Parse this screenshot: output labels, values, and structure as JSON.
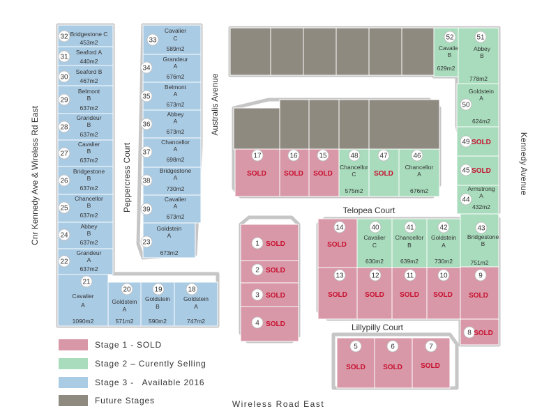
{
  "colors": {
    "stage1": "#d898a8",
    "stage2": "#a8dcbc",
    "stage3": "#aacbe4",
    "future": "#8f8a80",
    "outline": "#c6c6c6",
    "sold_text": "#c8102e"
  },
  "legend": [
    {
      "label": "Stage 1 - SOLD",
      "color": "#d898a8"
    },
    {
      "label": "Stage 2 – Curently Selling",
      "color": "#a8dcbc"
    },
    {
      "label": "Stage 3 -   Available 2016",
      "color": "#aacbe4"
    },
    {
      "label": "Future Stages",
      "color": "#8f8a80"
    }
  ],
  "roads": {
    "wireless_road_east": "Wireless Road East",
    "kennedy_avenue": "Kennedy Avenue",
    "corner": "Cnr Kennedy Ave & Wireless Rd East",
    "peppercress_court": "Peppercress Court",
    "australis_avenue": "Australis Avenue",
    "telopea_court": "Telopea Court",
    "lillypilly_court": "Lillypilly Court"
  },
  "sold_text": "SOLD",
  "lots": [
    {
      "num": "32",
      "design": [
        "Bridgestone C"
      ],
      "area": "453m2",
      "status": "stage3"
    },
    {
      "num": "31",
      "design": [
        "Seaford A"
      ],
      "area": "440m2",
      "status": "stage3"
    },
    {
      "num": "30",
      "design": [
        "Seaford B"
      ],
      "area": "467m2",
      "status": "stage3"
    },
    {
      "num": "29",
      "design": [
        "Belmont",
        "B"
      ],
      "area": "637m2",
      "status": "stage3"
    },
    {
      "num": "28",
      "design": [
        "Grandeur",
        "B"
      ],
      "area": "637m2",
      "status": "stage3"
    },
    {
      "num": "27",
      "design": [
        "Cavalier",
        "B"
      ],
      "area": "637m2",
      "status": "stage3"
    },
    {
      "num": "26",
      "design": [
        "Bridgestone",
        "B"
      ],
      "area": "637m2",
      "status": "stage3"
    },
    {
      "num": "25",
      "design": [
        "Chancellor",
        "B"
      ],
      "area": "637m2",
      "status": "stage3"
    },
    {
      "num": "24",
      "design": [
        "Abbey",
        "B"
      ],
      "area": "637m2",
      "status": "stage3"
    },
    {
      "num": "22",
      "design": [
        "Grandeur",
        "A"
      ],
      "area": "637m2",
      "status": "stage3"
    },
    {
      "num": "21",
      "design": [
        "Cavalier",
        "A"
      ],
      "area": "1090m2",
      "status": "stage3"
    },
    {
      "num": "20",
      "design": [
        "Goldstein",
        "A"
      ],
      "area": "571m2",
      "status": "stage3"
    },
    {
      "num": "19",
      "design": [
        "Goldstein",
        "B"
      ],
      "area": "590m2",
      "status": "stage3"
    },
    {
      "num": "18",
      "design": [
        "Goldstein",
        "A"
      ],
      "area": "747m2",
      "status": "stage3"
    },
    {
      "num": "33",
      "design": [
        "Cavalier",
        "C"
      ],
      "area": "589m2",
      "status": "stage3"
    },
    {
      "num": "34",
      "design": [
        "Grandeur",
        "A"
      ],
      "area": "676m2",
      "status": "stage3"
    },
    {
      "num": "35",
      "design": [
        "Belmont",
        "A"
      ],
      "area": "673m2",
      "status": "stage3"
    },
    {
      "num": "36",
      "design": [
        "Abbey",
        "A"
      ],
      "area": "673m2",
      "status": "stage3"
    },
    {
      "num": "37",
      "design": [
        "Chancellor",
        "A"
      ],
      "area": "698m2",
      "status": "stage3"
    },
    {
      "num": "38",
      "design": [
        "Bridgestone",
        "A"
      ],
      "area": "730m2",
      "status": "stage3"
    },
    {
      "num": "39",
      "design": [
        "Cavalier",
        "A"
      ],
      "area": "673m2",
      "status": "stage3"
    },
    {
      "num": "23",
      "design": [
        "Goldstein",
        "A"
      ],
      "area": "673m2",
      "status": "stage3"
    },
    {
      "num": "52",
      "design": [
        "Cavalier",
        "B"
      ],
      "area": "629m2",
      "status": "stage2"
    },
    {
      "num": "51",
      "design": [
        "Abbey",
        "B"
      ],
      "area": "778m2",
      "status": "stage2"
    },
    {
      "num": "50",
      "design": [
        "Goldstein",
        "A"
      ],
      "area": "624m2",
      "status": "stage2"
    },
    {
      "num": "49",
      "design": [],
      "area": "",
      "status": "stage2",
      "sold": true
    },
    {
      "num": "45",
      "design": [],
      "area": "",
      "status": "stage2",
      "sold": true
    },
    {
      "num": "44",
      "design": [
        "Armstrong",
        "A"
      ],
      "area": "432m2",
      "status": "stage2"
    },
    {
      "num": "43",
      "design": [
        "Bridgestone",
        "B"
      ],
      "area": "751m2",
      "status": "stage2"
    },
    {
      "num": "17",
      "design": [],
      "area": "",
      "status": "stage1",
      "sold": true
    },
    {
      "num": "16",
      "design": [],
      "area": "",
      "status": "stage1",
      "sold": true
    },
    {
      "num": "15",
      "design": [],
      "area": "",
      "status": "stage1",
      "sold": true
    },
    {
      "num": "48",
      "design": [
        "Chancellor",
        "C"
      ],
      "area": "575m2",
      "status": "stage2"
    },
    {
      "num": "47",
      "design": [],
      "area": "",
      "status": "stage2",
      "sold": true
    },
    {
      "num": "46",
      "design": [
        "Chancellor",
        "A"
      ],
      "area": "676m2",
      "status": "stage2"
    },
    {
      "num": "1",
      "design": [],
      "area": "",
      "status": "stage1",
      "sold": true
    },
    {
      "num": "2",
      "design": [],
      "area": "",
      "status": "stage1",
      "sold": true
    },
    {
      "num": "3",
      "design": [],
      "area": "",
      "status": "stage1",
      "sold": true
    },
    {
      "num": "4",
      "design": [],
      "area": "",
      "status": "stage1",
      "sold": true
    },
    {
      "num": "14",
      "design": [],
      "area": "",
      "status": "stage1",
      "sold": true
    },
    {
      "num": "40",
      "design": [
        "Cavalier",
        "C"
      ],
      "area": "630m2",
      "status": "stage2"
    },
    {
      "num": "41",
      "design": [
        "Chancellor",
        "B"
      ],
      "area": "639m2",
      "status": "stage2"
    },
    {
      "num": "42",
      "design": [
        "Goldstein",
        "A"
      ],
      "area": "730m2",
      "status": "stage2"
    },
    {
      "num": "13",
      "design": [],
      "area": "",
      "status": "stage1",
      "sold": true
    },
    {
      "num": "12",
      "design": [],
      "area": "",
      "status": "stage1",
      "sold": true
    },
    {
      "num": "11",
      "design": [],
      "area": "",
      "status": "stage1",
      "sold": true
    },
    {
      "num": "10",
      "design": [],
      "area": "",
      "status": "stage1",
      "sold": true
    },
    {
      "num": "9",
      "design": [],
      "area": "",
      "status": "stage1",
      "sold": true
    },
    {
      "num": "8",
      "design": [],
      "area": "",
      "status": "stage1",
      "sold": true
    },
    {
      "num": "5",
      "design": [],
      "area": "",
      "status": "stage1",
      "sold": true
    },
    {
      "num": "6",
      "design": [],
      "area": "",
      "status": "stage1",
      "sold": true
    },
    {
      "num": "7",
      "design": [],
      "area": "",
      "status": "stage1",
      "sold": true
    }
  ],
  "future_lots": 11
}
